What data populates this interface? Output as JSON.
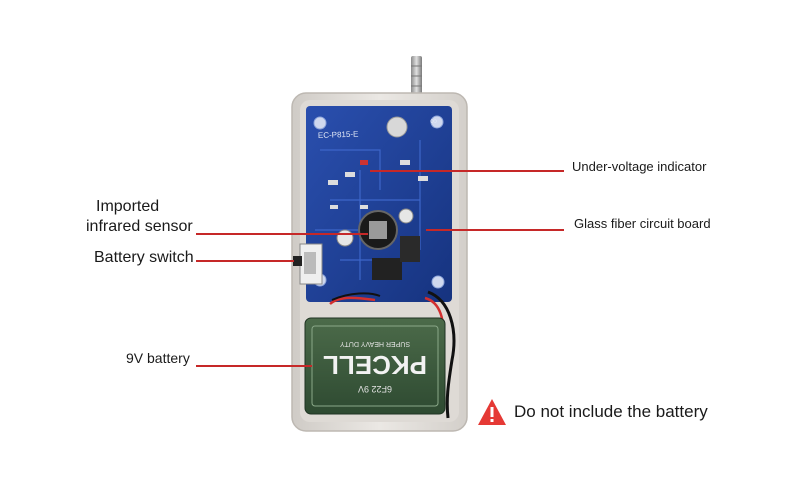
{
  "labels": {
    "under_voltage": "Under-voltage indicator",
    "circuit_board": "Glass fiber circuit board",
    "sensor_line1": "Imported",
    "sensor_line2": "infrared sensor",
    "battery_switch": "Battery switch",
    "battery": "9V battery",
    "no_battery_notice": "Do not include the battery"
  },
  "board": {
    "model_marking": "EC-P815-E"
  },
  "battery_print": {
    "brand": "PKCELL",
    "type": "SUPER HEAVY DUTY",
    "spec": "6F22 9V"
  },
  "colors": {
    "leader_line": "#c62828",
    "board": "#1f3f9a",
    "housing": "#e4e1dc",
    "battery_body": "#3b5a3c",
    "warning": "#e53935"
  },
  "icons": {
    "warning": "warning-triangle-icon"
  }
}
